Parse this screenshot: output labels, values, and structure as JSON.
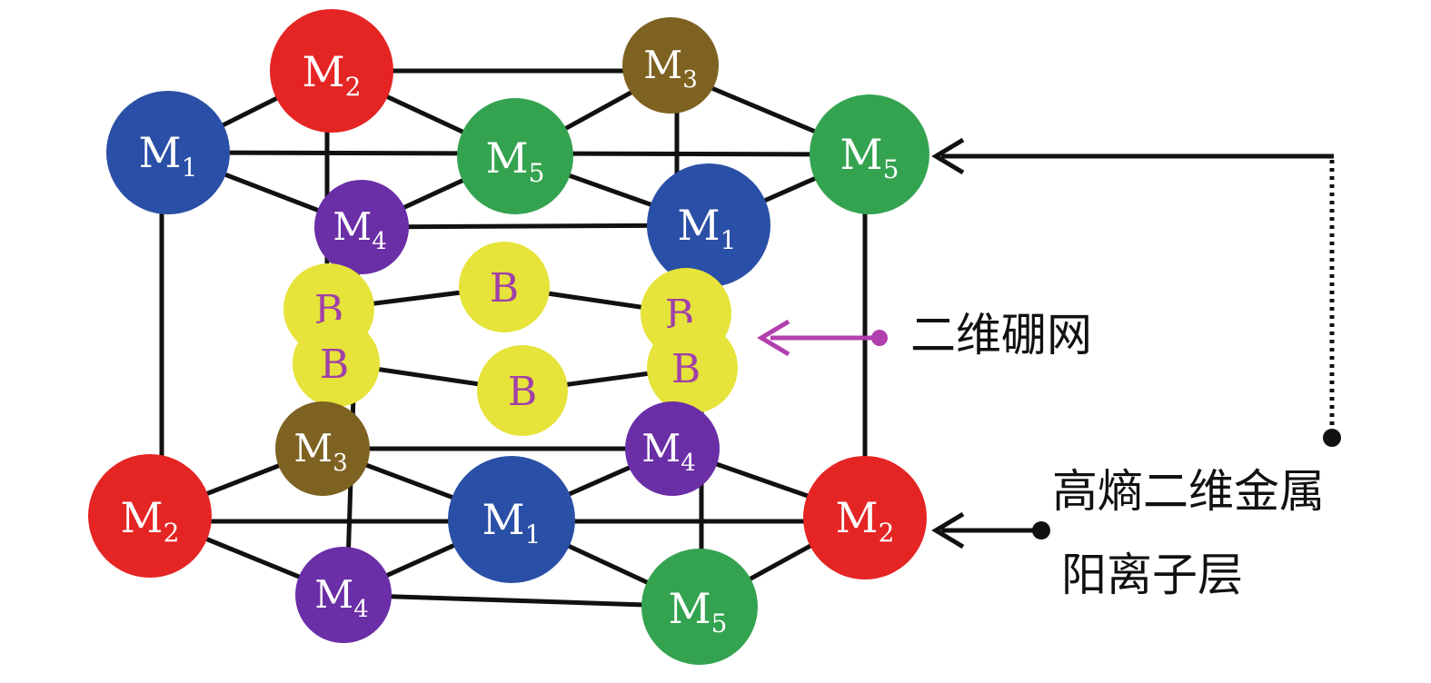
{
  "labels": {
    "boron_network": "二维硼网",
    "cation_layer_line1": "高熵二维金属",
    "cation_layer_line2": "阳离子层"
  },
  "atoms": {
    "m1": "M",
    "m1_sub": "1",
    "m2": "M",
    "m2_sub": "2",
    "m3": "M",
    "m3_sub": "3",
    "m4": "M",
    "m4_sub": "4",
    "m5": "M",
    "m5_sub": "5",
    "b": "B"
  },
  "colors": {
    "M1": "#2a4fa6",
    "M2": "#e52424",
    "M3": "#7e6222",
    "M4": "#6a2ea6",
    "M5": "#34a350",
    "B": "#e6e33a",
    "boron_arrow": "#b23fae",
    "layer_arrow": "#111111"
  }
}
